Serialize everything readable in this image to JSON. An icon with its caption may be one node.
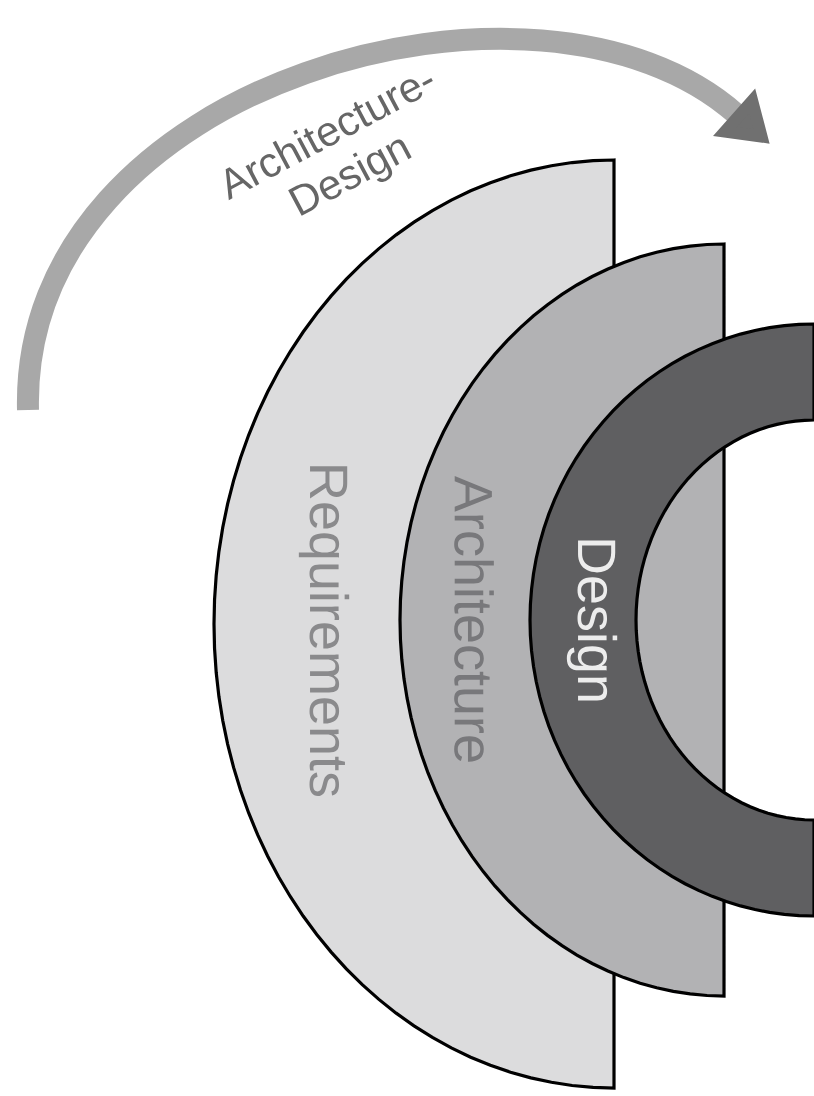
{
  "diagram": {
    "nodes": [
      {
        "text": [
          "Requirements"
        ]
      },
      {
        "text": [
          "Architecture"
        ]
      },
      {
        "text": [
          "Design"
        ]
      }
    ],
    "labels": [
      "Architecture-Design"
    ]
  }
}
